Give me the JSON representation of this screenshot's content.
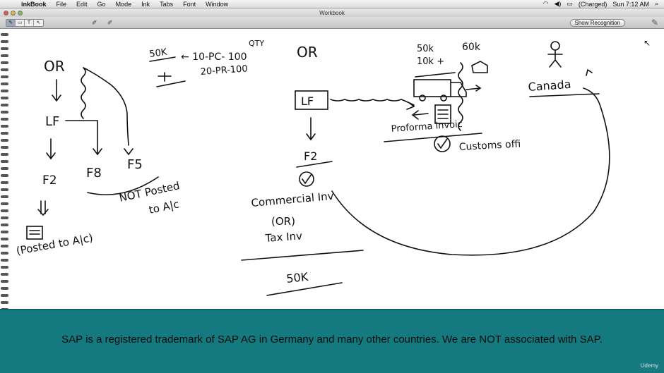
{
  "menubar": {
    "apple_icon": "apple-icon",
    "items": [
      "inkBook",
      "File",
      "Edit",
      "Go",
      "Mode",
      "Ink",
      "Tabs",
      "Font",
      "Window"
    ],
    "battery": "(Charged)",
    "clock": "Sun 7:12 AM"
  },
  "window": {
    "title": "Workbook"
  },
  "toolbar": {
    "tools": [
      "✎",
      "▭",
      "T",
      "↖"
    ],
    "recognition_label": "Show Recognition"
  },
  "notes": {
    "left": {
      "or": "OR",
      "lf": "LF",
      "f2": "F2",
      "f8": "F8",
      "f5": "F5",
      "not_posted_1": "NOT Posted",
      "not_posted_2": "to A|c",
      "posted": "(Posted to A|c)"
    },
    "top": {
      "qty": "QTY",
      "amount": "50K",
      "line1": "← 10-PC- 100",
      "line2": "20-PR-100"
    },
    "middle": {
      "or": "OR",
      "lf": "LF",
      "f2": "F2",
      "commercial": "Commercial Inv",
      "or2": "(OR)",
      "tax": "Tax Inv",
      "amount": "50K"
    },
    "right": {
      "v1": "50k",
      "v2": "10k +",
      "v3": "60k",
      "proforma": "Proforma invoic",
      "customs": "Customs offi",
      "country": "Canada"
    }
  },
  "footer": {
    "disclaimer": "SAP is a registered trademark of SAP AG in Germany and many other countries. We are NOT associated with SAP.",
    "brand": "Udemy"
  },
  "colors": {
    "footer_bg": "#157a7f",
    "ink": "#111111"
  }
}
